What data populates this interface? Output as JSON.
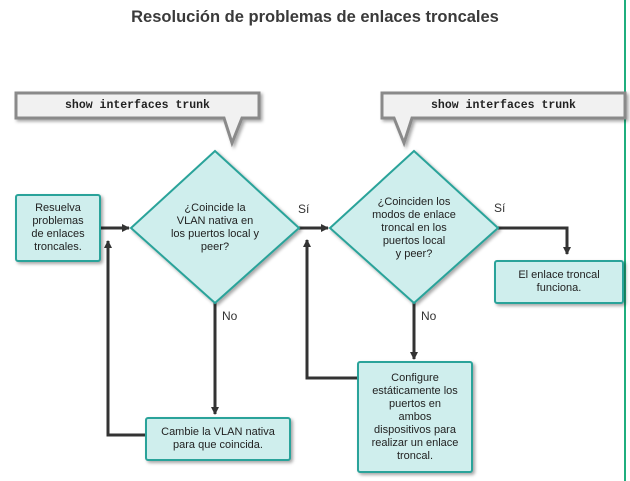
{
  "title": "Resolución de problemas de enlaces troncales",
  "commands": {
    "left": "show interfaces trunk",
    "right": "show interfaces trunk"
  },
  "boxes": {
    "resolve": "Resuelva\nproblemas\nde enlaces\ntroncales.",
    "change_native": "Cambie la VLAN nativa\npara que coincida.",
    "configure_static": "Configure\nestáticamente los\npuertos en\nambos\ndispositivos para\nrealizar un enlace\ntroncal.",
    "trunk_works": "El enlace troncal\nfunciona."
  },
  "decisions": {
    "native_vlan": "¿Coincide la\nVLAN nativa en\nlos puertos local y\npeer?",
    "trunk_modes": "¿Coinciden los\nmodos de enlace\ntroncal en los\npuertos local\ny peer?"
  },
  "labels": {
    "yes_1": "Sí",
    "no_1": "No",
    "yes_2": "Sí",
    "no_2": "No"
  },
  "colors": {
    "shape_fill": "#cfeeed",
    "shape_border": "#2aa39a",
    "callout_fill": "#f1f1f1",
    "callout_border": "#8a8a8a",
    "arrow": "#333333",
    "accent_bar": "#1fae7e"
  }
}
